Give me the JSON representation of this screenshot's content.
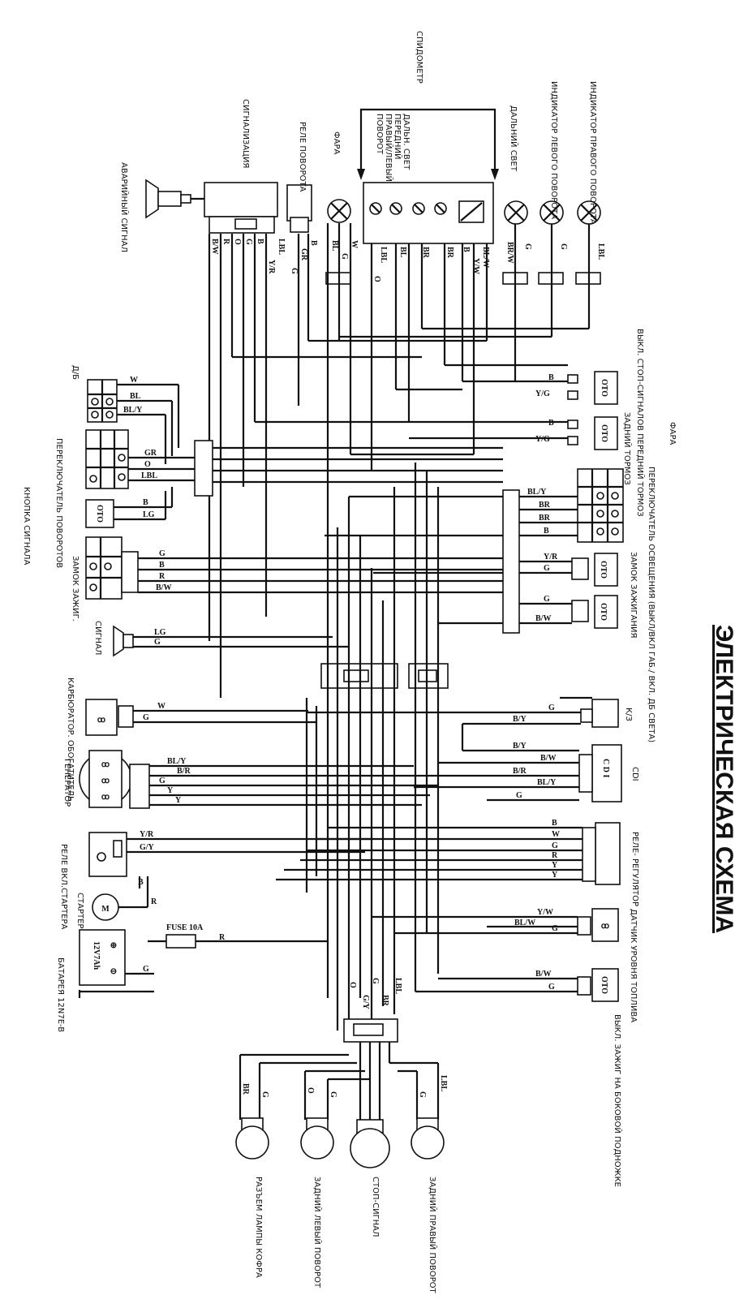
{
  "title": "ЭЛЕКТРИЧЕСКАЯ СХЕМА",
  "components": {
    "speedometer": "СПИДОМЕТР",
    "speedo_sub_lines": [
      "ДАЛЬН. СВЕТ",
      "ПЕРЕДНИЙ",
      "ПРАВЫЙ/ЛЕВЫЙ",
      "ПОВОРОТ"
    ],
    "right_turn_indicator": "ИНДИКАТОР ПРАВОГО ПОВОРОТА",
    "left_turn_indicator": "ИНДИКАТОР ЛЕВОГО ПОВОРОТА",
    "high_beam": "ДАЛЬНИЙ СВЕТ",
    "headlamp": "ФАРА",
    "turn_relay": "РЕЛЕ ПОВОРОТА",
    "alarm": "СИГНАЛИЗАЦИЯ",
    "emergency_horn": "АВАРИЙНЫЙ СИГНАЛ",
    "front_brake": "ВЫКЛ. СТОП-СИГНАЛОВ ПЕРЕДНИЙ ТОРМОЗ",
    "rear_brake": "ЗАДНИЙ ТОРМОЗ",
    "rear_brake_headlamp": "ФАРА",
    "light_switch": "ПЕРЕКЛЮЧАТЕЛЬ ОСВЕЩЕНИЯ (ВЫКЛ/ВКЛ ГАБ./ ВКЛ. ДБ СВЕТА)",
    "ignition_lock_right": "ЗАМОК ЗАЖИГАНИЯ",
    "db_switch": "Д/Б",
    "turn_switch": "ПЕРЕКЛЮЧАТЕЛЬ ПОВОРОТОВ",
    "horn_button": "КНОПКА СИГНАЛА",
    "ignition_lock_left": "ЗАМОК ЗАЖИГ.",
    "horn": "СИГНАЛ",
    "carb_heater": "КАРБЮРАТОР. ОБОГАТИТЕЛЬ",
    "generator": "ГЕНЕРАТОР",
    "starter_relay": "РЕЛЕ ВКЛ.СТАРТЕРА",
    "starter": "СТАРТЕР",
    "battery": "БАТАРЕЯ 12N7E-B",
    "battery_rating": "12V7Ah",
    "fuse": "FUSE 10A",
    "kz": "К/З",
    "cdi": "CDI",
    "cdi_box": "C D I",
    "regulator": "РЕЛЕ- РЕГУЛЯТОР",
    "fuel_sensor": "ДАТЧИК УРОВНЯ ТОПЛИВА",
    "side_stand": "ВЫКЛ. ЗАЖИГ НА БОКОВОЙ ПОДНОЖКЕ",
    "trunk_lamp": "РАЗЪЕМ ЛАМПЫ КОФРА",
    "rear_left_turn": "ЗАДНИЙ ЛЕВЫЙ ПОВОРОТ",
    "stop_signal": "СТОП-СИГНАЛ",
    "rear_right_turn": "ЗАДНИЙ ПРАВЫЙ ПОВОРОТ"
  },
  "wire_labels": {
    "top_right": [
      "LBL",
      "G",
      "G",
      "BR/W"
    ],
    "speedo": [
      "BL/W",
      "B",
      "Y/W",
      "BR",
      "BR",
      "BL",
      "LBL",
      "O"
    ],
    "headlamp": [
      "W",
      "BL",
      "G"
    ],
    "relay": [
      "B",
      "GR",
      "G"
    ],
    "alarm": [
      "LBL",
      "Y/R",
      "B",
      "G",
      "O",
      "R",
      "B/W"
    ],
    "brakes": [
      "B",
      "Y/G",
      "B",
      "Y/G"
    ],
    "light_sw": [
      "BL/Y",
      "BR",
      "BR",
      "B"
    ],
    "ign_right": [
      "Y/R",
      "G",
      "G",
      "B/W"
    ],
    "db": [
      "W",
      "BL",
      "BL/Y"
    ],
    "turn_sw": [
      "GR",
      "O",
      "LBL"
    ],
    "horn_btn": [
      "B",
      "LG"
    ],
    "ign_left": [
      "G",
      "B",
      "R",
      "B/W"
    ],
    "horn": [
      "LG",
      "G"
    ],
    "carb": [
      "W",
      "G"
    ],
    "gen": [
      "BL/Y",
      "B/R",
      "G",
      "Y",
      "Y"
    ],
    "starter_relay": [
      "Y/R",
      "G/Y",
      "B",
      "R"
    ],
    "kz": [
      "G",
      "B/Y"
    ],
    "cdi": [
      "B/Y",
      "B/W",
      "B/R",
      "BL/Y",
      "G"
    ],
    "reg": [
      "B",
      "W",
      "G",
      "R",
      "Y",
      "Y"
    ],
    "fuel": [
      "Y/W",
      "BL/W",
      "G"
    ],
    "stand": [
      "B/W",
      "G"
    ],
    "bottom_harness": [
      "O",
      "G",
      "G/Y",
      "BR",
      "LBL"
    ],
    "lamps": [
      "BR",
      "G",
      "O",
      "G",
      "G",
      "LBL"
    ],
    "battery_wires": [
      "R",
      "G"
    ]
  }
}
